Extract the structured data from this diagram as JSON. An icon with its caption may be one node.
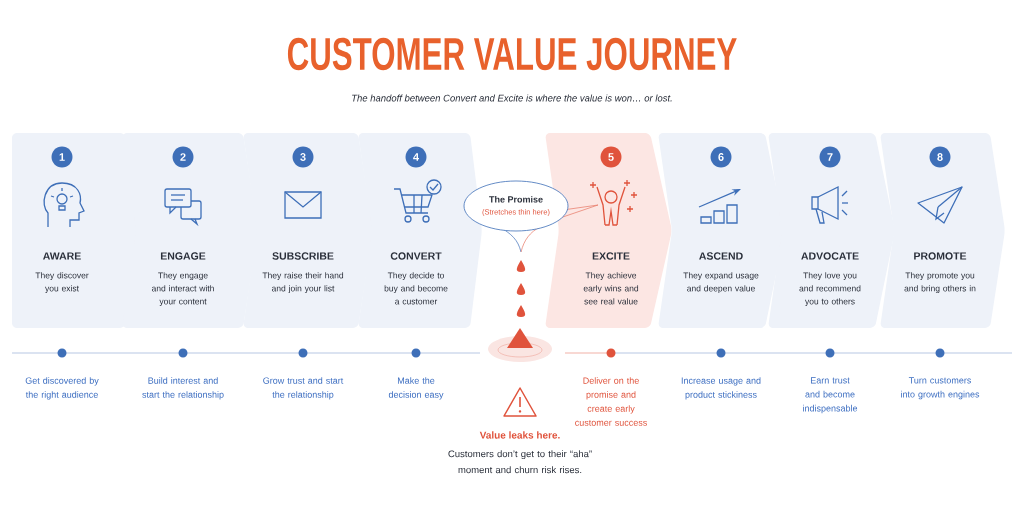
{
  "diagram": {
    "title": "CUSTOMER VALUE JOURNEY",
    "nodes": [
      {
        "text": [
          "1",
          "AWARE",
          "They discover you exist"
        ]
      },
      {
        "text": [
          "2",
          "ENGAGE",
          "They engage and interact with your content"
        ]
      },
      {
        "text": [
          "3",
          "SUBSCRIBE",
          "They raise their hand and join your list"
        ]
      },
      {
        "text": [
          "4",
          "CONVERT",
          "They decide to buy and become a customer"
        ]
      },
      {
        "text": [
          "5",
          "EXCITE",
          "They achieve early wins and see real value"
        ]
      },
      {
        "text": [
          "6",
          "ASCEND",
          "They expand usage and deepen value"
        ]
      },
      {
        "text": [
          "7",
          "ADVOCATE",
          "They love you and recommend you to others"
        ]
      },
      {
        "text": [
          "8",
          "PROMOTE",
          "They promote you and bring others in"
        ]
      },
      {
        "text": [
          "The Promise",
          "(Stretches thin here)"
        ]
      }
    ],
    "labels": [
      "The handoff between Convert and Excite is where the value is won… or lost.",
      "Get discovered by the right audience",
      "Build interest and start the relationship",
      "Grow trust and start the relationship",
      "Make the decision easy",
      "Deliver on the promise and create early customer success",
      "Increase usage and product stickiness",
      "Earn trust and become indispensable",
      "Turn customers into growth engines",
      "Value leaks here.",
      "Customers don’t get to their “aha” moment and churn risk rises."
    ]
  }
}
